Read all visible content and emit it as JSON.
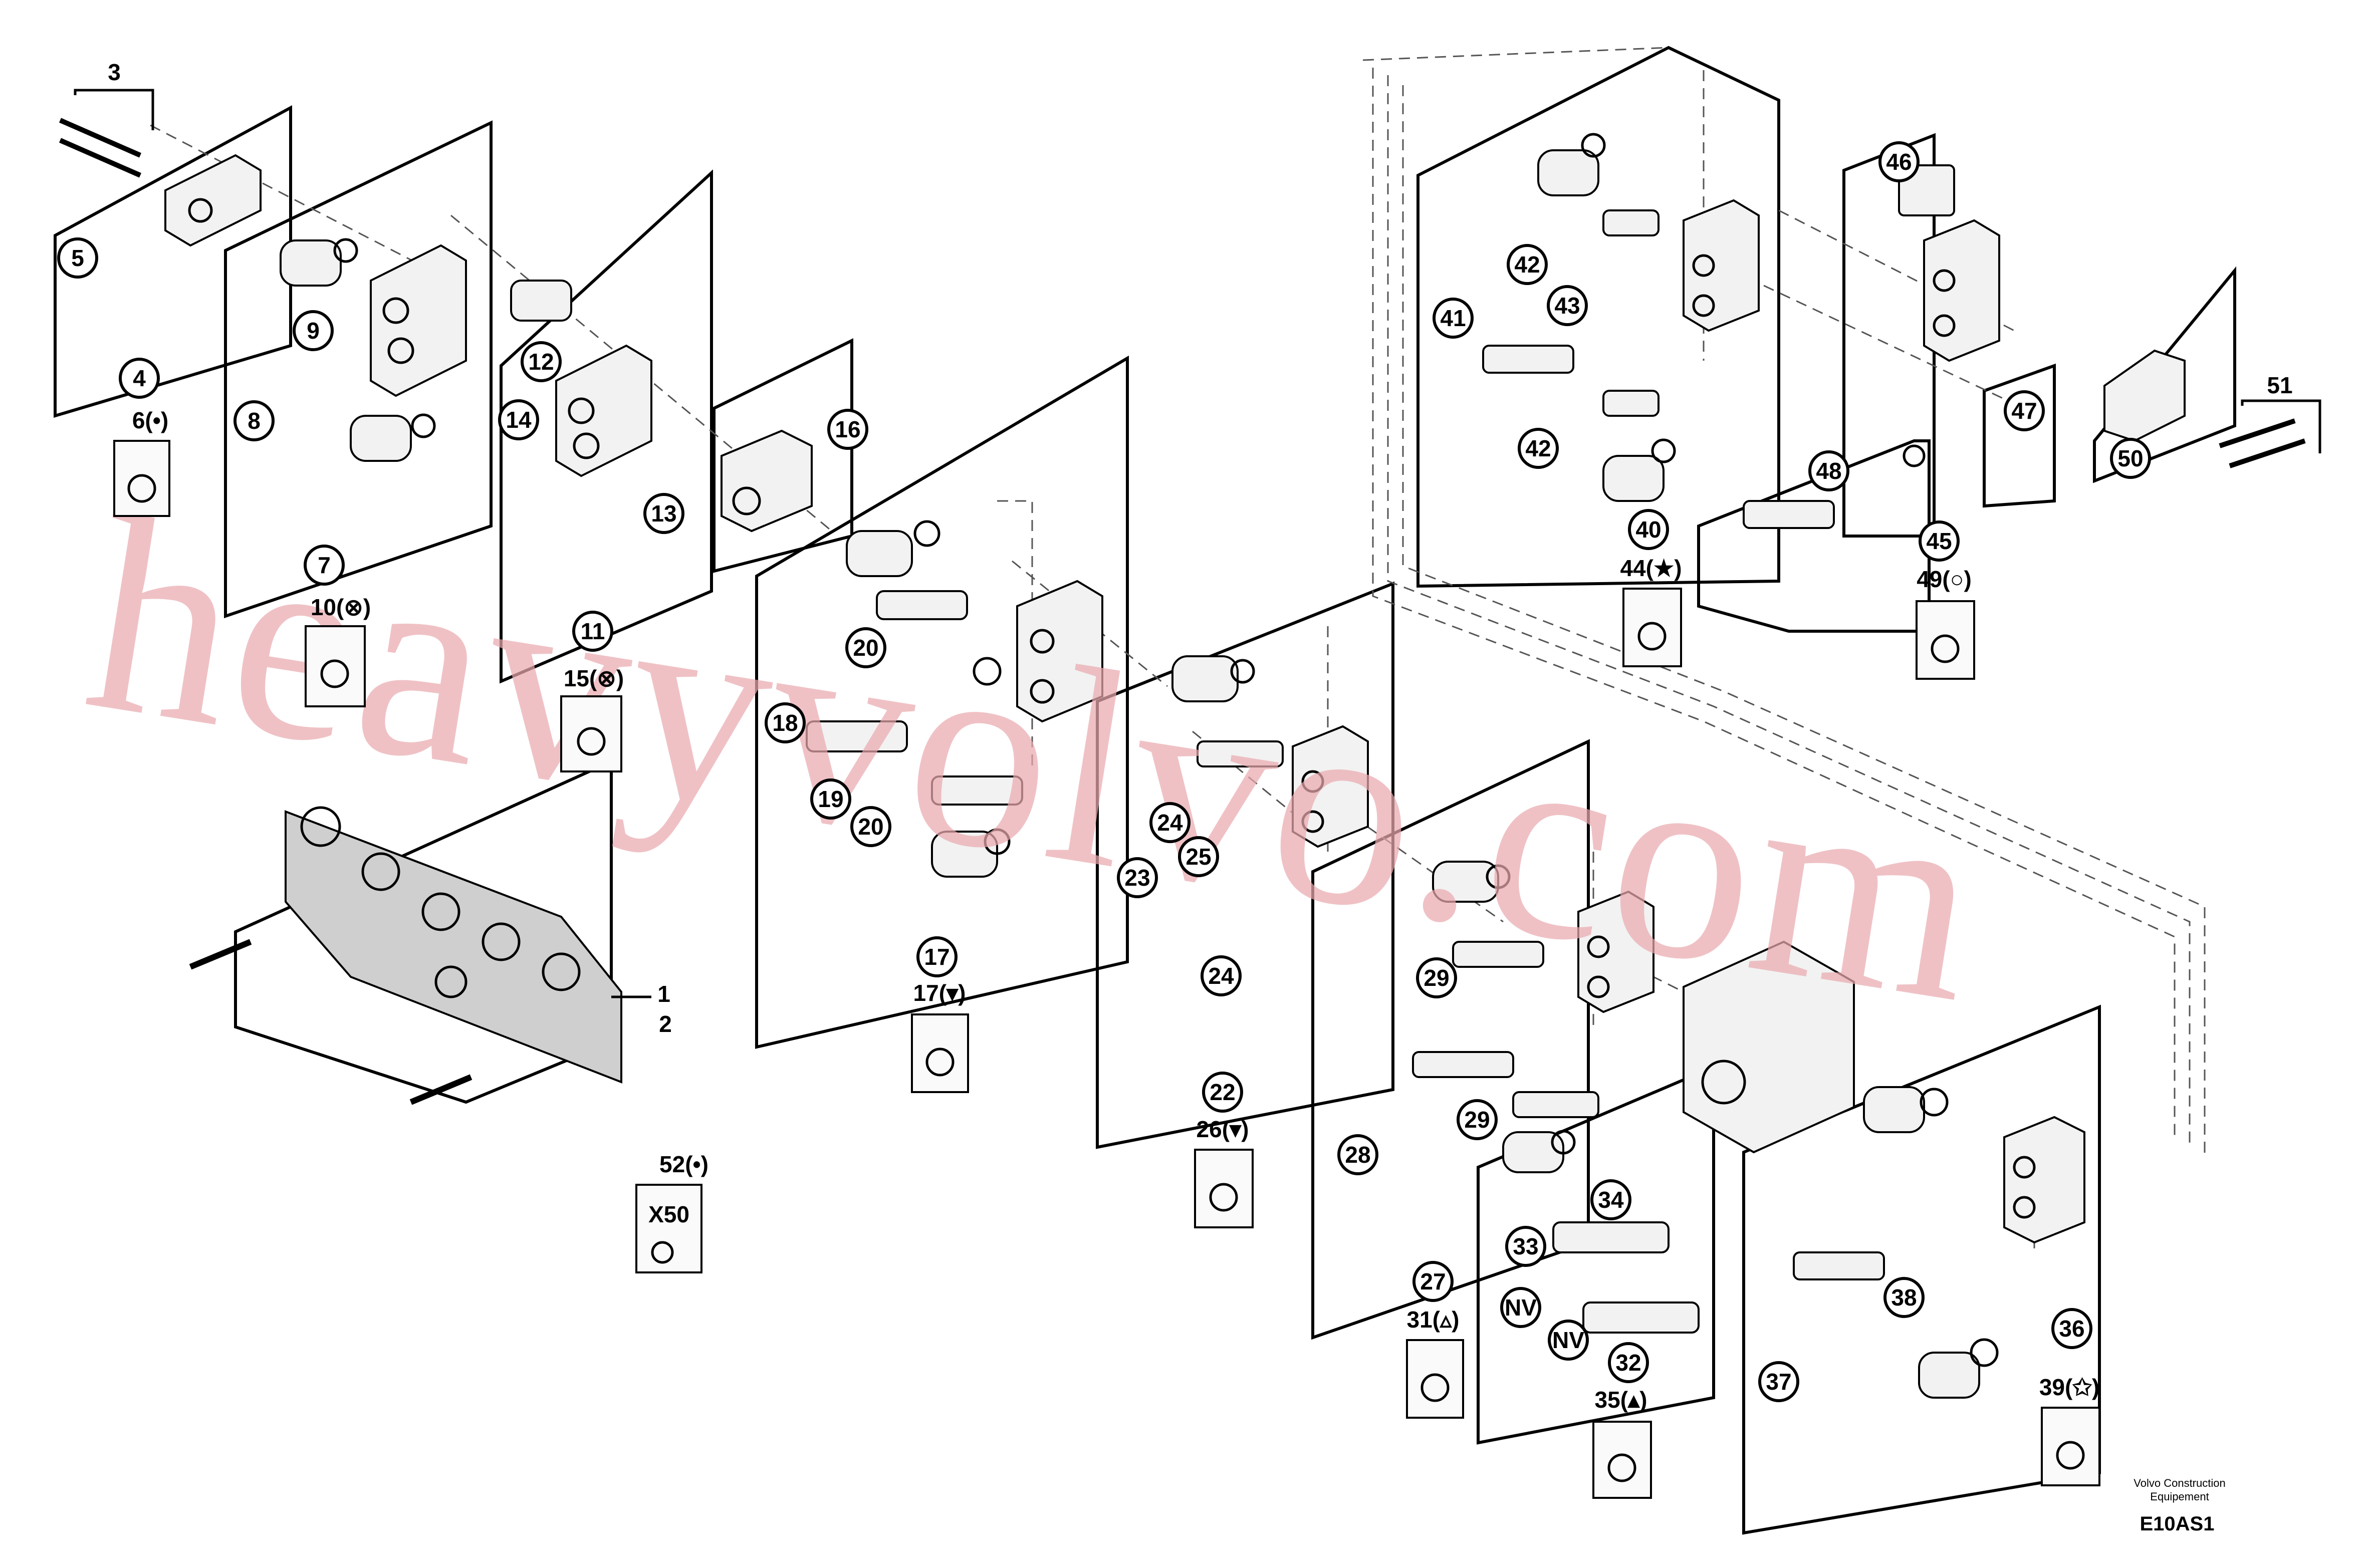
{
  "watermark": "heavyvolvo.com",
  "publisher": {
    "line1": "Volvo Construction",
    "line2": "Equipement",
    "code": "E10AS1"
  },
  "callouts": [
    "4",
    "5",
    "8",
    "9",
    "12",
    "14",
    "16",
    "13",
    "11",
    "7",
    "18",
    "20",
    "19",
    "20",
    "17",
    "23",
    "24",
    "25",
    "24",
    "22",
    "28",
    "29",
    "29",
    "27",
    "34",
    "33",
    "NV",
    "NV",
    "32",
    "37",
    "38",
    "36",
    "41",
    "42",
    "43",
    "42",
    "40",
    "46",
    "48",
    "47",
    "45",
    "50"
  ],
  "labels": [
    "3",
    "51",
    "1",
    "2"
  ],
  "kits": [
    {
      "label": "6(•)"
    },
    {
      "label": "10(⊗)"
    },
    {
      "label": "15(⊗)"
    },
    {
      "label": "17(▾)"
    },
    {
      "label": "26(▾)"
    },
    {
      "label": "52(•)",
      "qty": "X50"
    },
    {
      "label": "31(▵)"
    },
    {
      "label": "35(▴)"
    },
    {
      "label": "39(✩)"
    },
    {
      "label": "44(★)"
    },
    {
      "label": "49(○)"
    }
  ]
}
